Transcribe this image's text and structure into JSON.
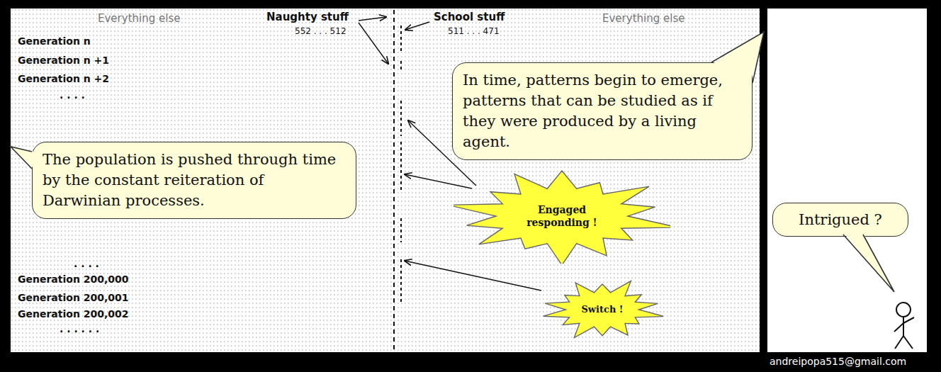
{
  "diagram": {
    "nodes": [
      {
        "text": [
          "In time, patterns begin to emerge, patterns that can be studied as if they were produced by a living agent."
        ]
      },
      {
        "text": [
          "The population is pushed through time by the constant reiteration of Darwinian processes."
        ]
      },
      {
        "text": [
          "Engaged responding !"
        ]
      },
      {
        "text": [
          "Switch !"
        ]
      },
      {
        "text": [
          "Intrigued ?"
        ]
      }
    ],
    "labels": [
      "Everything else",
      "Naughty stuff",
      "552 . . . 512",
      "School stuff",
      "511 . . . 471",
      "Everything else",
      "Generation n",
      "Generation n +1",
      "Generation n +2",
      ". . . .",
      ". . . .",
      "Generation 200,000",
      "Generation 200,001",
      "Generation 200,002",
      ". . . . . .",
      "andreipopa515@gmail.com"
    ]
  }
}
